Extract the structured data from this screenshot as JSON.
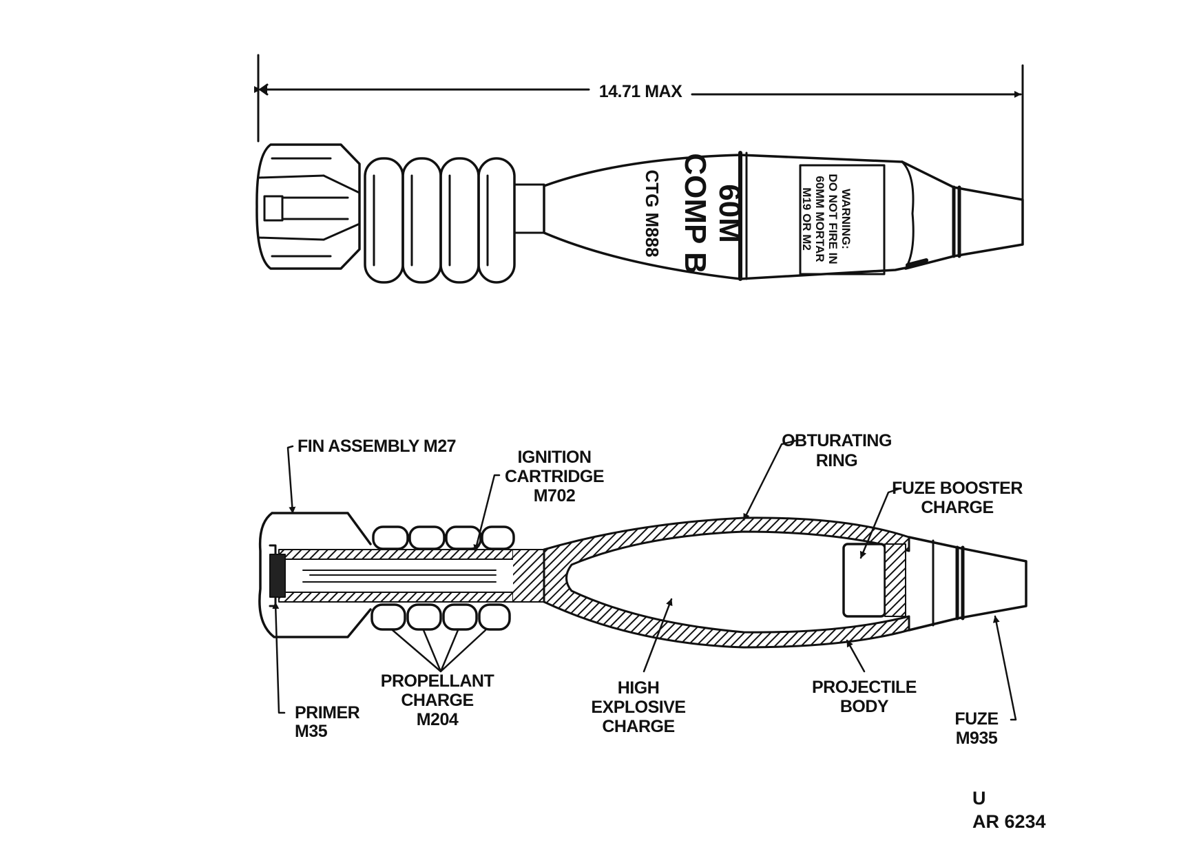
{
  "dimension": {
    "text": "14.71 MAX"
  },
  "body_markings": {
    "caliber": "60M",
    "fill": "COMP B",
    "cartridge": "CTG M888",
    "warning": [
      "WARNING:",
      "DO NOT FIRE IN",
      "60MM MORTAR",
      "M19 OR M2"
    ]
  },
  "labels": {
    "fin_assembly": "FIN ASSEMBLY M27",
    "ignition_cartridge": [
      "IGNITION",
      "CARTRIDGE",
      "M702"
    ],
    "obturating_ring": [
      "OBTURATING",
      "RING"
    ],
    "fuze_booster": [
      "FUZE BOOSTER",
      "CHARGE"
    ],
    "primer": [
      "PRIMER",
      "M35"
    ],
    "propellant": [
      "PROPELLANT",
      "CHARGE",
      "M204"
    ],
    "high_explosive": [
      "HIGH",
      "EXPLOSIVE",
      "CHARGE"
    ],
    "projectile_body": [
      "PROJECTILE",
      "BODY"
    ],
    "fuze": [
      "FUZE",
      "M935"
    ]
  },
  "figure_code": [
    "U",
    "AR 6234"
  ],
  "colors": {
    "ink": "#111111",
    "background": "#ffffff"
  }
}
